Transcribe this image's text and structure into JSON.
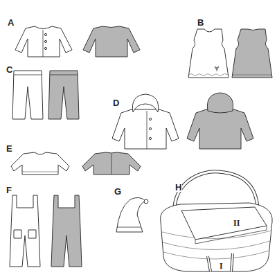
{
  "diagram": {
    "labels": [
      "A",
      "B",
      "C",
      "D",
      "E",
      "F",
      "G",
      "H",
      "II",
      "I"
    ]
  }
}
